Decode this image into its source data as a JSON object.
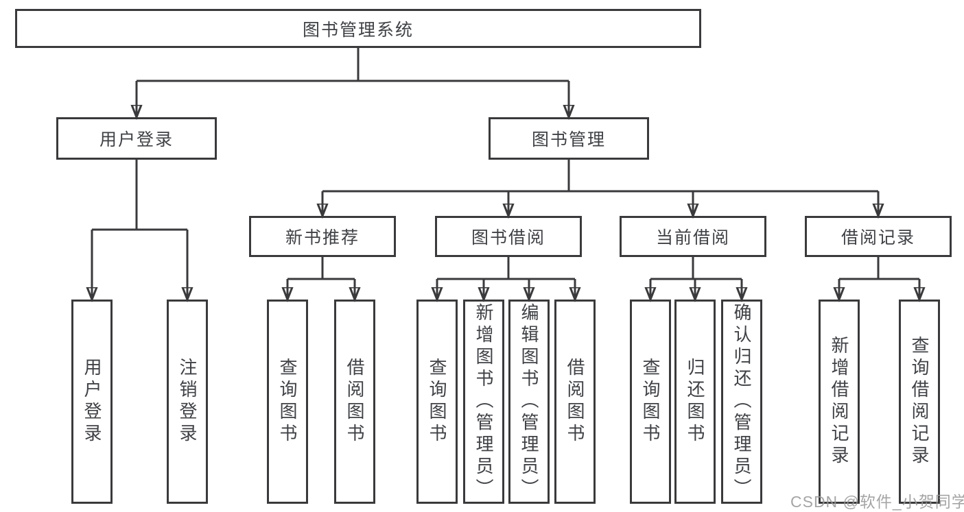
{
  "diagram_title": "图书管理系统",
  "colors": {
    "line": "#3a3a3c",
    "text": "#3f4145",
    "background": "#ffffff",
    "watermark": "#989898"
  },
  "tree": {
    "label": "图书管理系统",
    "children": [
      {
        "label": "用户登录",
        "children": [
          {
            "label": "用户登录"
          },
          {
            "label": "注销登录"
          }
        ]
      },
      {
        "label": "图书管理",
        "children": [
          {
            "label": "新书推荐",
            "children": [
              {
                "label": "查询图书"
              },
              {
                "label": "借阅图书"
              }
            ]
          },
          {
            "label": "图书借阅",
            "children": [
              {
                "label": "查询图书"
              },
              {
                "label": "新增图书（管理员）"
              },
              {
                "label": "编辑图书（管理员）"
              },
              {
                "label": "借阅图书"
              }
            ]
          },
          {
            "label": "当前借阅",
            "children": [
              {
                "label": "查询图书"
              },
              {
                "label": "归还图书"
              },
              {
                "label": "确认归还（管理员）"
              }
            ]
          },
          {
            "label": "借阅记录",
            "children": [
              {
                "label": "新增借阅记录"
              },
              {
                "label": "查询借阅记录"
              }
            ]
          }
        ]
      }
    ]
  },
  "watermark": {
    "text": "CSDN @软件_小贺同学"
  }
}
